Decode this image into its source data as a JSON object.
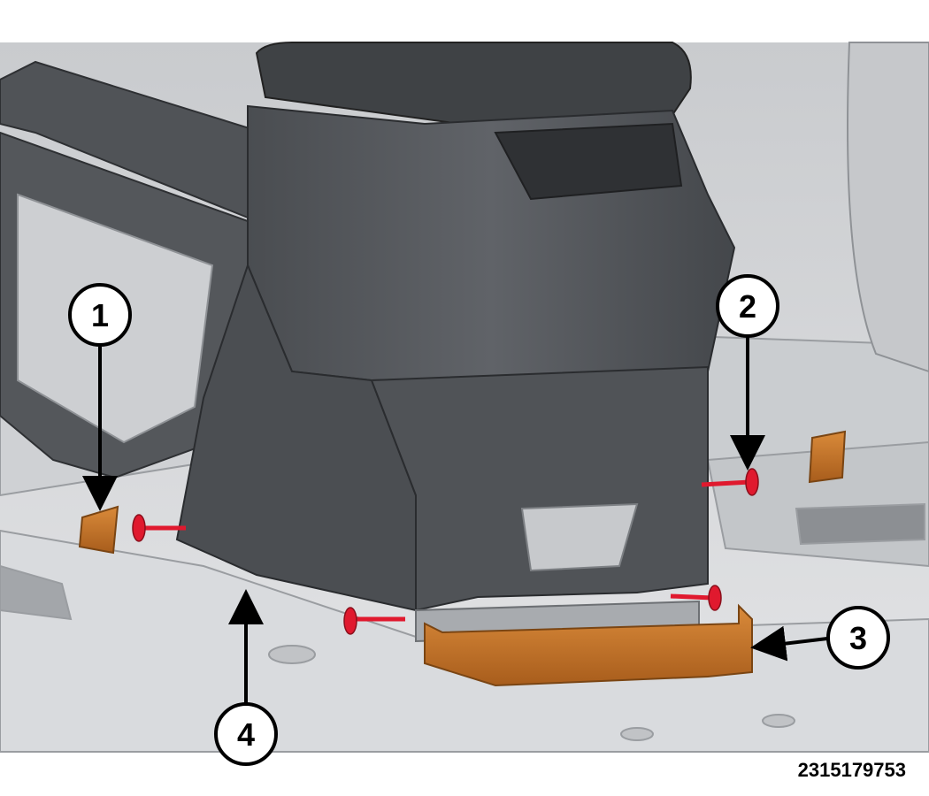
{
  "figure": {
    "callouts": [
      {
        "number": "1",
        "target": "trim-clip"
      },
      {
        "number": "2",
        "target": "push-pin-fastener"
      },
      {
        "number": "3",
        "target": "rear-console-trim-panel"
      },
      {
        "number": "4",
        "target": "floor-console"
      }
    ],
    "figure_id": "2315179753"
  },
  "colors": {
    "background": "#ffffff",
    "floor": "#d7d9dc",
    "console": "#56595d",
    "console_dark": "#3d4043",
    "part_highlight": "#c9782a",
    "fastener": "#e0192e",
    "callout_stroke": "#000000"
  }
}
